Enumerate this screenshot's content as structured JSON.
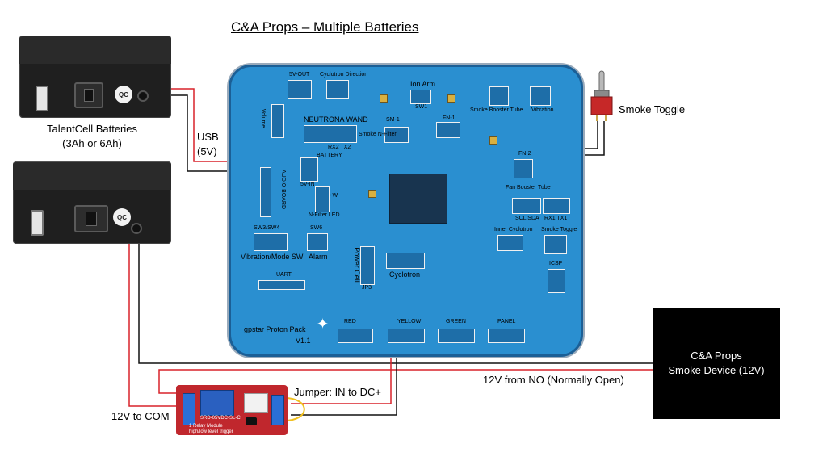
{
  "title": "C&A Props – Multiple Batteries",
  "battery_label": [
    "TalentCell Batteries",
    "(3Ah or 6Ah)"
  ],
  "battery_qc_text": "QC",
  "usb_label": [
    "USB",
    "(5V)"
  ],
  "smoke_toggle_label": "Smoke Toggle",
  "smoke_device_label": [
    "C&A Props",
    "Smoke Device (12V)"
  ],
  "no_label": "12V from NO (Normally Open)",
  "com_label": "12V to COM",
  "jumper_label": "Jumper: IN to DC+",
  "relay_text": [
    "SRD-05VDC-SL-C",
    "1 Relay  Module",
    "high/low level trigger"
  ],
  "pcb": {
    "name": "gpstar Proton Pack",
    "version": "V1.1",
    "labels": {
      "five_v_out": "5V-OUT",
      "cyclotron_direction": "Cyclotron Direction",
      "ion_arm": "Ion Arm",
      "sw1": "SW1",
      "smoke_booster_tube": "Smoke Booster Tube",
      "vibration": "Vibration",
      "volume": "Volume",
      "neutrona_wand": "NEUTRONA WAND",
      "rx2_tx2": "RX2  TX2",
      "sm1": "SM-1",
      "fn1": "FN-1",
      "smoke_n_filter": "Smoke N-Filter",
      "battery": "BATTERY",
      "five_v_in": "5V-IN",
      "audio_board": "AUDIO BOARD",
      "led_w": "LED W",
      "n_filter_led": "N-Filter LED",
      "fn2": "FN-2",
      "fan_booster_tube": "Fan Booster Tube",
      "scl_sda": "SCL  SDA",
      "rx1_tx1": "RX1  TX1",
      "sw3_sw4": "SW3/SW4",
      "sw6": "SW6",
      "vibration_mode_sw": "Vibration/Mode SW",
      "alarm": "Alarm",
      "inner_cyclotron": "Inner Cyclotron",
      "smoke_toggle": "Smoke Toggle",
      "power_cell": "Power Cell",
      "jp3": "JP3",
      "cyclotron": "Cyclotron",
      "icsp": "ICSP",
      "uart": "UART",
      "red": "RED",
      "yellow": "YELLOW",
      "green": "GREEN",
      "panel": "PANEL"
    }
  },
  "colors": {
    "pcb": "#2a8fd0",
    "wire_red": "#d8222a",
    "wire_black": "#111111",
    "jumper": "#f0c020",
    "relay": "#c0272d"
  }
}
